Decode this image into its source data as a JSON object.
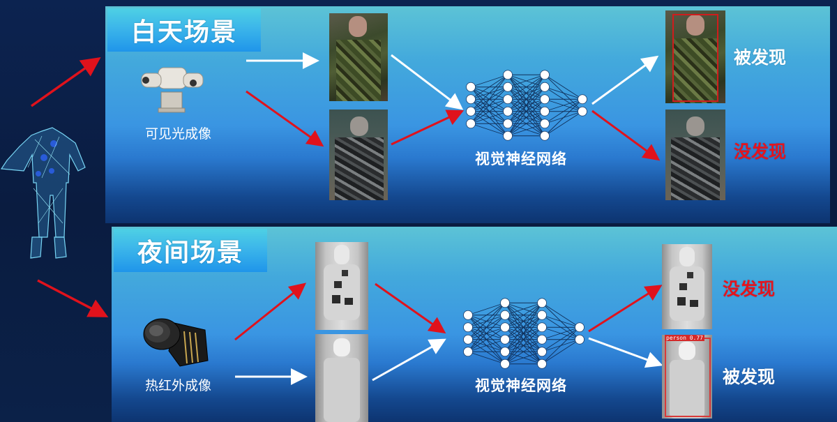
{
  "figure": {
    "subject": {
      "label_hidden": "",
      "icon": "wireframe-camouflage-uniform-icon"
    },
    "arrows": {
      "colors": {
        "red": "#e0121c",
        "white": "#ffffff"
      }
    },
    "day_scene": {
      "title": "白天场景",
      "camera": {
        "icon": "visible-light-ptz-camera-icon",
        "label": "可见光成像"
      },
      "inputs": [
        {
          "name": "ordinary-camouflage",
          "arrow_in": "white",
          "arrow_out": "white"
        },
        {
          "name": "adversarial-camouflage",
          "arrow_in": "red",
          "arrow_out": "red"
        }
      ],
      "network": {
        "label": "视觉神经网络",
        "layers": [
          4,
          6,
          6,
          2
        ]
      },
      "outputs": [
        {
          "label": "被发现",
          "status": "detected",
          "color": "#ffffff"
        },
        {
          "label": "没发现",
          "status": "missed",
          "color": "#e3141e"
        }
      ]
    },
    "night_scene": {
      "title": "夜间场景",
      "camera": {
        "icon": "thermal-infrared-camera-icon",
        "label": "热红外成像"
      },
      "inputs": [
        {
          "name": "adversarial-thermal-patch",
          "arrow_in": "red",
          "arrow_out": "red"
        },
        {
          "name": "ordinary-thermal",
          "arrow_in": "white",
          "arrow_out": "white"
        }
      ],
      "network": {
        "label": "视觉神经网络",
        "layers": [
          4,
          6,
          6,
          2
        ]
      },
      "outputs": [
        {
          "label": "没发现",
          "status": "missed",
          "color": "#e3141e"
        },
        {
          "label": "被发现",
          "status": "detected",
          "color": "#ffffff",
          "bbox_tag": "person 0.77"
        }
      ]
    }
  }
}
